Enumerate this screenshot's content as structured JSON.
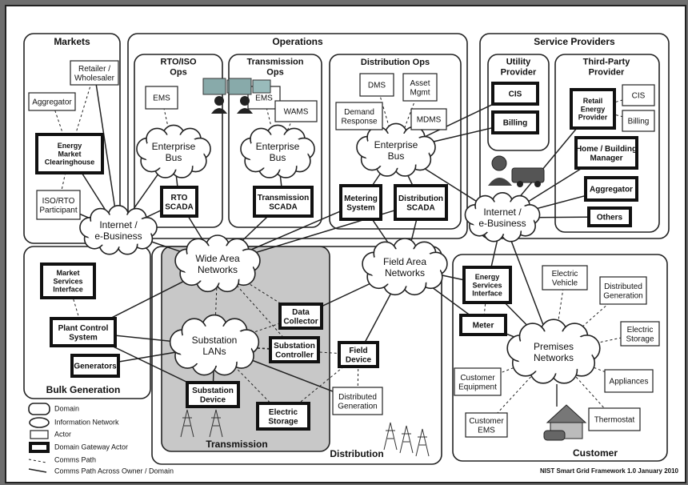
{
  "domains": {
    "markets": "Markets",
    "operations": "Operations",
    "service_providers": "Service Providers",
    "rto_iso_ops": [
      "RTO/ISO",
      "Ops"
    ],
    "transmission_ops": [
      "Transmission",
      "Ops"
    ],
    "distribution_ops": "Distribution Ops",
    "utility_provider": [
      "Utility",
      "Provider"
    ],
    "third_party_provider": [
      "Third-Party",
      "Provider"
    ],
    "bulk_generation": "Bulk Generation",
    "transmission": "Transmission",
    "distribution": "Distribution",
    "customer": "Customer"
  },
  "actors": {
    "retailer_wholesaler": [
      "Retailer /",
      "Wholesaler"
    ],
    "aggregator_markets": "Aggregator",
    "energy_market_clearinghouse": [
      "Energy",
      "Market",
      "Clearinghouse"
    ],
    "iso_rto_participant": [
      "ISO/RTO",
      "Participant"
    ],
    "ems_rto": "EMS",
    "rto_scada": [
      "RTO",
      "SCADA"
    ],
    "ems_trans": "EMS",
    "wams": "WAMS",
    "transmission_scada": [
      "Transmission",
      "SCADA"
    ],
    "dms": "DMS",
    "asset_mgmt": [
      "Asset",
      "Mgmt"
    ],
    "demand_response": [
      "Demand",
      "Response"
    ],
    "mdms": "MDMS",
    "metering_system": [
      "Metering",
      "System"
    ],
    "distribution_scada": [
      "Distribution",
      "SCADA"
    ],
    "cis_utility": "CIS",
    "billing_utility": "Billing",
    "retail_energy_provider": [
      "Retail",
      "Energy",
      "Provider"
    ],
    "cis_third": "CIS",
    "billing_third": "Billing",
    "home_building_manager": [
      "Home / Building",
      "Manager"
    ],
    "aggregator_sp": "Aggregator",
    "others": "Others",
    "market_services_interface": [
      "Market",
      "Services",
      "Interface"
    ],
    "plant_control_system": [
      "Plant Control",
      "System"
    ],
    "generators": "Generators",
    "data_collector": [
      "Data",
      "Collector"
    ],
    "substation_controller": [
      "Substation",
      "Controller"
    ],
    "substation_device": [
      "Substation",
      "Device"
    ],
    "electric_storage_t": [
      "Electric",
      "Storage"
    ],
    "field_device": [
      "Field",
      "Device"
    ],
    "distributed_generation_d": [
      "Distributed",
      "Generation"
    ],
    "energy_services_interface": [
      "Energy",
      "Services",
      "Interface"
    ],
    "meter": "Meter",
    "electric_vehicle": [
      "Electric",
      "Vehicle"
    ],
    "distributed_generation_c": [
      "Distributed",
      "Generation"
    ],
    "electric_storage_c": [
      "Electric",
      "Storage"
    ],
    "customer_equipment": [
      "Customer",
      "Equipment"
    ],
    "appliances": "Appliances",
    "customer_ems": [
      "Customer",
      "EMS"
    ],
    "thermostat": "Thermostat"
  },
  "networks": {
    "enterprise_bus_rto": [
      "Enterprise",
      "Bus"
    ],
    "enterprise_bus_trans": [
      "Enterprise",
      "Bus"
    ],
    "enterprise_bus_dist": [
      "Enterprise",
      "Bus"
    ],
    "internet_left": [
      "Internet /",
      "e-Business"
    ],
    "internet_right": [
      "Internet /",
      "e-Business"
    ],
    "wide_area_networks": [
      "Wide Area",
      "Networks"
    ],
    "field_area_networks": [
      "Field Area",
      "Networks"
    ],
    "substation_lans": [
      "Substation",
      "LANs"
    ],
    "premises_networks": [
      "Premises",
      "Networks"
    ]
  },
  "legend": {
    "domain": "Domain",
    "information_network": "Information Network",
    "actor": "Actor",
    "domain_gateway_actor": "Domain Gateway Actor",
    "comms_path": "Comms Path",
    "comms_path_across": "Comms Path Across Owner / Domain"
  },
  "footer": "NIST Smart Grid Framework 1.0 January 2010"
}
